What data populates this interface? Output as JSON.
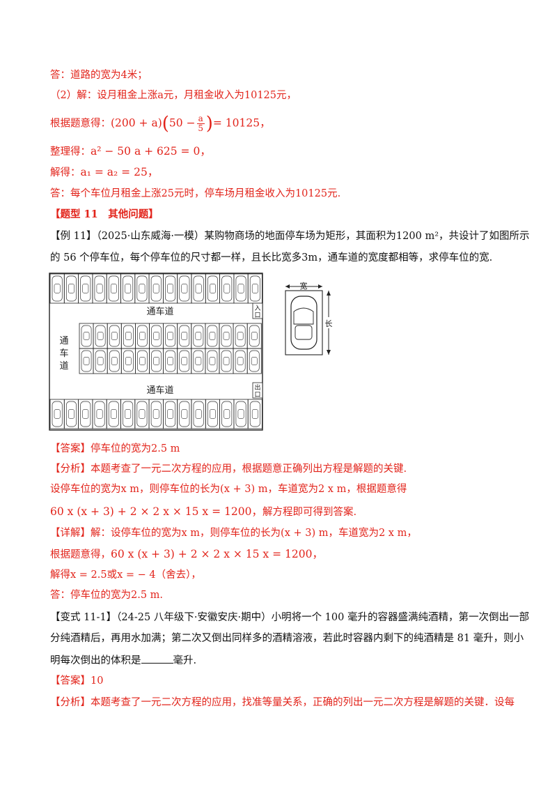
{
  "lines": {
    "l1": "答：道路的宽为4米；",
    "l2": "（2）解：设月租金上涨a元，月租金收入为10125元，",
    "l3_prefix": "根据题意得：",
    "l3_eq_a": "(200 + a)",
    "l3_eq_b": "50 −",
    "l3_frac_num": "a",
    "l3_frac_den": "5",
    "l3_eq_c": "= 10125，",
    "l4_prefix": "整理得：",
    "l4_eq": "a² − 50 a + 625 = 0，",
    "l5_prefix": "解得：",
    "l5_eq": "a₁ = a₂ = 25，",
    "l6": "答：每个车位月租金上涨25元时，停车场月租金收入为10125元.",
    "l7": "【题型 11　其他问题】",
    "l8_tag": "【例 11】",
    "l8_text": "（2025·山东威海·一模）某购物商场的地面停车场为矩形，其面积为1200 m²，共设计了如图所示",
    "l9": "的 56 个停车位，每个停车位的尺寸都一样，且长比宽多3m，通车道的宽度都相等，求停车位的宽.",
    "l10_tag": "【答案】",
    "l10_text": "停车位的宽为2.5 m",
    "l11_tag": "【分析】",
    "l11_text": "本题考查了一元二次方程的应用，根据题意正确列出方程是解题的关键.",
    "l12": "设停车位的宽为x m，则停车位的长为(x + 3) m，车道宽为2 x m，根据题意得",
    "l13_eq": "60 x (x + 3) + 2 × 2 x × 15 x = 1200，",
    "l13_text": "解方程即可得到答案.",
    "l14_tag": "【详解】",
    "l14_text": "解：设停车位的宽为x m，则停车位的长为(x + 3) m，车道宽为2 x m，",
    "l15_prefix": "根据题意得，",
    "l15_eq": "60 x (x + 3) + 2 × 2 x × 15 x = 1200，",
    "l16": "解得x = 2.5或x = − 4（舍去），",
    "l17": "答：停车位的宽为2.5 m.",
    "l18_tag": "【变式 11-1】",
    "l18_text": "（24-25 八年级下·安徽安庆·期中）小明将一个 100 毫升的容器盛满纯酒精，第一次倒出一部",
    "l19": "分纯酒精后，再用水加满；第二次又倒出同样多的酒精溶液，若此时容器内剩下的纯酒精是 81 毫升，则小",
    "l20_a": "明每次倒出的体积是",
    "l20_b": "毫升.",
    "l21_tag": "【答案】",
    "l21_text": "10",
    "l22_tag": "【分析】",
    "l22_text": "本题考查了一元二次方程的应用，找准等量关系，正确的列出一元二次方程是解题的关键．设每"
  },
  "figure": {
    "road_top": "通车道",
    "road_bottom": "通车道",
    "road_left": [
      "通",
      "车",
      "道"
    ],
    "entrance": [
      "入",
      "口"
    ],
    "exit": [
      "出",
      "口"
    ],
    "width_label": "宽",
    "length_label": "长"
  },
  "colors": {
    "answer_red": "#e2231a",
    "text": "#111111"
  }
}
